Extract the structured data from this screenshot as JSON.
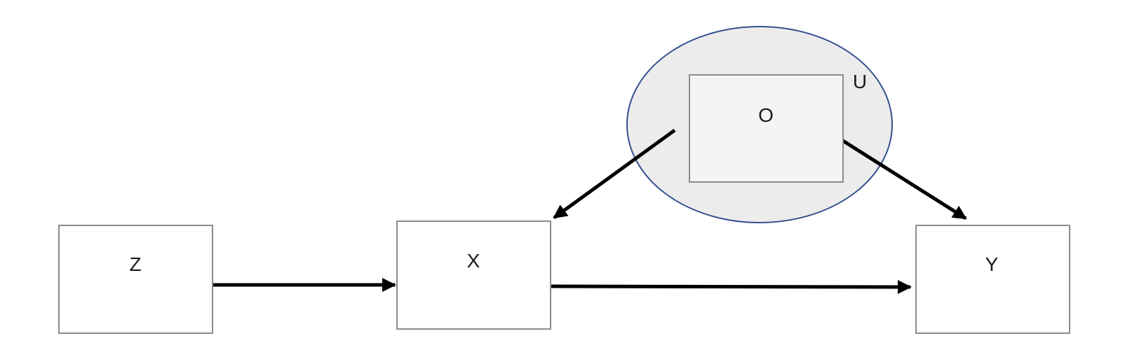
{
  "diagram": {
    "nodes": {
      "z": "Z",
      "x": "X",
      "y": "Y",
      "o": "O"
    },
    "group": {
      "label": "U"
    },
    "edges": [
      {
        "from": "Z",
        "to": "X"
      },
      {
        "from": "X",
        "to": "Y"
      },
      {
        "from": "O",
        "to": "X"
      },
      {
        "from": "O",
        "to": "Y"
      }
    ],
    "colors": {
      "node_border": "#8c8c8c",
      "group_border": "#34508f",
      "group_fill": "#ececec",
      "edge": "#000000"
    }
  }
}
